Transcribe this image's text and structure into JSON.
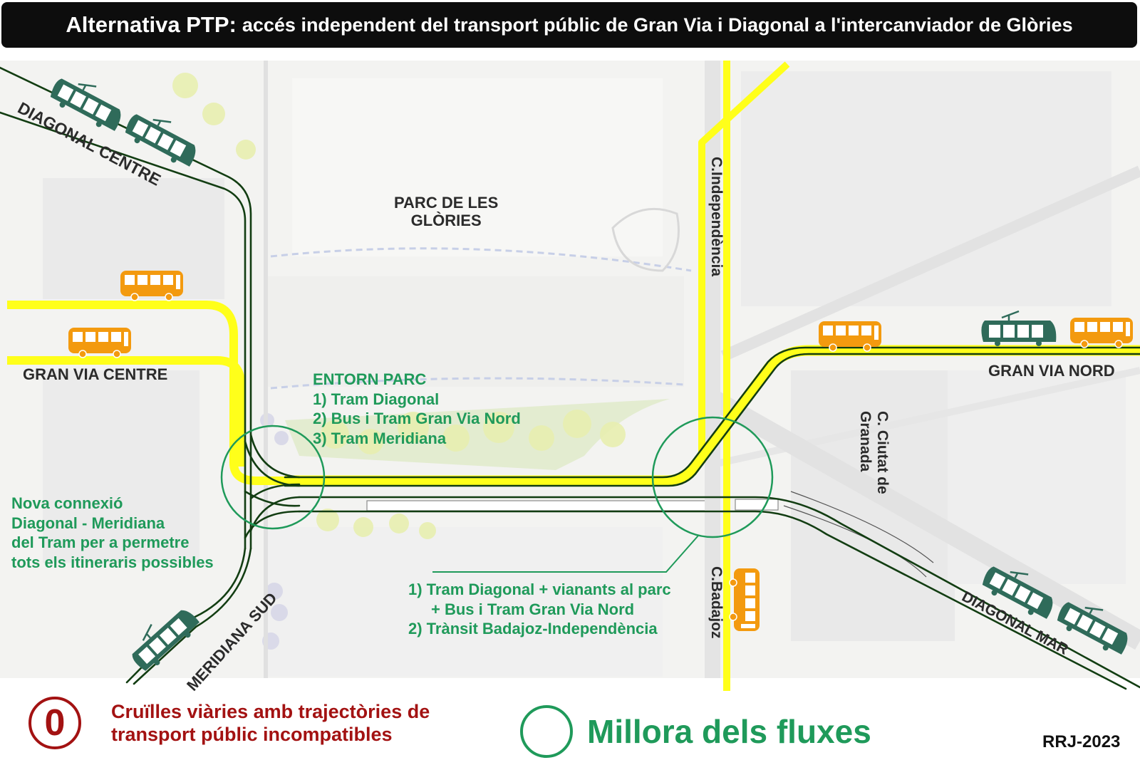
{
  "title": {
    "prefix": "Alternativa PTP:",
    "text": "accés independent del transport públic de Gran Via i Diagonal a l'intercanviador de Glòries"
  },
  "map_labels": {
    "diagonal_centre": "DIAGONAL CENTRE",
    "gran_via_centre": "GRAN VIA CENTRE",
    "meridiana_sud": "MERIDIANA SUD",
    "parc_line1": "PARC DE LES",
    "parc_line2": "GLÒRIES",
    "c_independencia": "C.Independència",
    "c_badajoz": "C.Badajoz",
    "c_ciutat_line1": "C. Ciutat de",
    "c_ciutat_line2": "Granada",
    "gran_via_nord": "GRAN VIA NORD",
    "diagonal_mar": "DIAGONAL MAR"
  },
  "annotations": {
    "entorn_parc": [
      "ENTORN PARC",
      "1) Tram Diagonal",
      "2) Bus i Tram Gran Via Nord",
      "3) Tram Meridiana"
    ],
    "nova_connexio": [
      "Nova connexió",
      "Diagonal - Meridiana",
      "del Tram per a permetre",
      "tots els itineraris possibles"
    ],
    "badajoz_improvements": [
      "1) Tram Diagonal + vianants al parc",
      "+ Bus i Tram  Gran Via Nord",
      "2) Trànsit Badajoz-Independència"
    ]
  },
  "legend": {
    "incompatible_symbol": "0",
    "incompatible_line1": "Cruïlles viàries amb trajectòries de",
    "incompatible_line2": "transport públic incompatibles",
    "improvement_label": "Millora dels fluxes"
  },
  "credit": "RRJ-2023",
  "colors": {
    "bus_route": "#ffff1a",
    "tram_route": "#123d12",
    "tram_vehicle": "#2f6b5a",
    "bus_vehicle": "#f39a0f",
    "improvement": "#1f9a5a",
    "incompatible": "#a31212",
    "title_bg": "#0d0d0d"
  },
  "icons": {
    "bus": "bus-icon",
    "tram": "tram-icon"
  }
}
